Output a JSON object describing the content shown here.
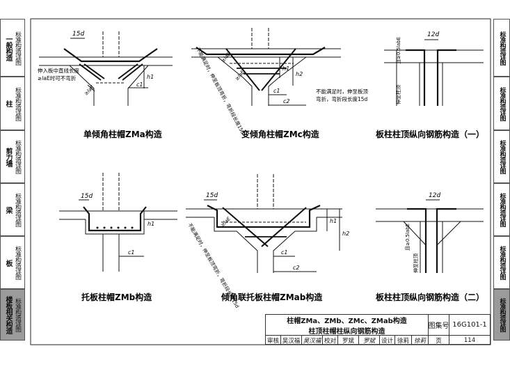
{
  "left_tabs": [
    {
      "title": "一般构造",
      "sub": "标准构造详图"
    },
    {
      "title": "柱",
      "sub": "标准构造详图"
    },
    {
      "title": "剪力墙",
      "sub": "标准构造详图"
    },
    {
      "title": "梁",
      "sub": "标准构造详图"
    },
    {
      "title": "板",
      "sub": "标准构造详图"
    },
    {
      "title": "楼板相关构造",
      "sub": "标准构造详图",
      "active": true
    }
  ],
  "right_tabs": [
    "标准构造详图",
    "标准构造详图",
    "标准构造详图",
    "标准构造详图",
    "标准构造详图",
    "标准构造详图"
  ],
  "figures": {
    "zma": {
      "caption": "单倾角柱帽ZMa构造",
      "dim_top": "15d",
      "note_l1": "伸入板中直线长度",
      "note_l2": "≥laE时可不弯折",
      "dim_h": "h1",
      "dim_c": "c1",
      "dim_la": "≥laE"
    },
    "zmc": {
      "caption": "变倾角柱帽ZMc构造",
      "note_rotated": "不能满足时，伸至板顶弯折，弯折段长度15d",
      "note_l1": "不能满足时，伸至板顶",
      "note_l2": "弯折，弯折段长度15d",
      "dim_h1": "h1",
      "dim_h2": "h2",
      "dim_c1": "c1",
      "dim_c2": "c2",
      "dim_la1": "≥laE",
      "dim_la2": "≥laE"
    },
    "col1": {
      "caption": "板柱柱顶纵向钢筋构造（一）",
      "dim_top": "12d",
      "dim_side": "且≥0.5labE",
      "note_side": "伸至柱顶"
    },
    "zmb": {
      "caption": "托板柱帽ZMb构造",
      "dim_top": "15d",
      "dim_h": "h1",
      "dim_c": "c1"
    },
    "zmab": {
      "caption": "倾角联托板柱帽ZMab构造",
      "dim_top": "15d",
      "note_rotated": "不能满足时，伸至板顶弯折，弯折段长度15d",
      "dim_h1": "h1",
      "dim_h2": "h2",
      "dim_c1": "c1",
      "dim_c2": "c2",
      "dim_la": "≥laE"
    },
    "col2": {
      "caption": "板柱柱顶纵向钢筋构造（二）",
      "dim_top": "12d",
      "dim_side": "且≥0.5labE",
      "note_side": "伸至柱顶"
    }
  },
  "title_block": {
    "title_line1": "柱帽ZMa、ZMb、ZMc、ZMab构造",
    "title_line2": "柱顶柱帽柱纵向钢筋构造",
    "atlas_label": "图集号",
    "atlas_no": "16G101-1",
    "review_label": "审核",
    "review_name": "吴汉福",
    "review_sign": "吴汉福",
    "check_label": "校对",
    "check_name": "罗斌",
    "check_sign": "罗斌",
    "design_label": "设计",
    "design_name": "徐莉",
    "design_sign": "徐莉",
    "page_label": "页",
    "page_no": "114"
  }
}
